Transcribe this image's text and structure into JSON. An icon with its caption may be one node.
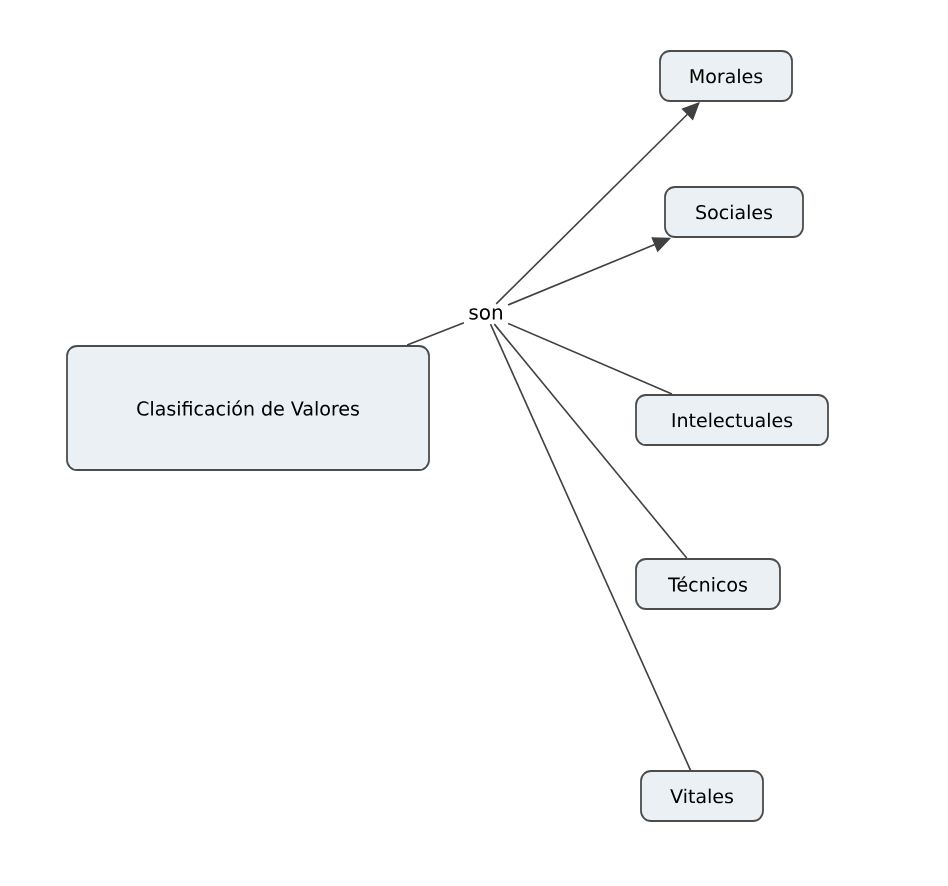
{
  "diagram": {
    "nodes": [
      {
        "text": [
          "Clasificación de Valores"
        ]
      },
      {
        "text": [
          "son"
        ]
      },
      {
        "text": [
          "Morales"
        ]
      },
      {
        "text": [
          "Sociales"
        ]
      },
      {
        "text": [
          "Intelectuales"
        ]
      },
      {
        "text": [
          "Técnicos"
        ]
      },
      {
        "text": [
          "Vitales"
        ]
      }
    ],
    "edges": [
      {
        "from": 0,
        "to": 1,
        "arrow": "none"
      },
      {
        "from": 1,
        "to": 2,
        "arrow": "to"
      },
      {
        "from": 1,
        "to": 3,
        "arrow": "to"
      },
      {
        "from": 1,
        "to": 4,
        "arrow": "none"
      },
      {
        "from": 1,
        "to": 5,
        "arrow": "none"
      },
      {
        "from": 1,
        "to": 6,
        "arrow": "none"
      }
    ]
  }
}
